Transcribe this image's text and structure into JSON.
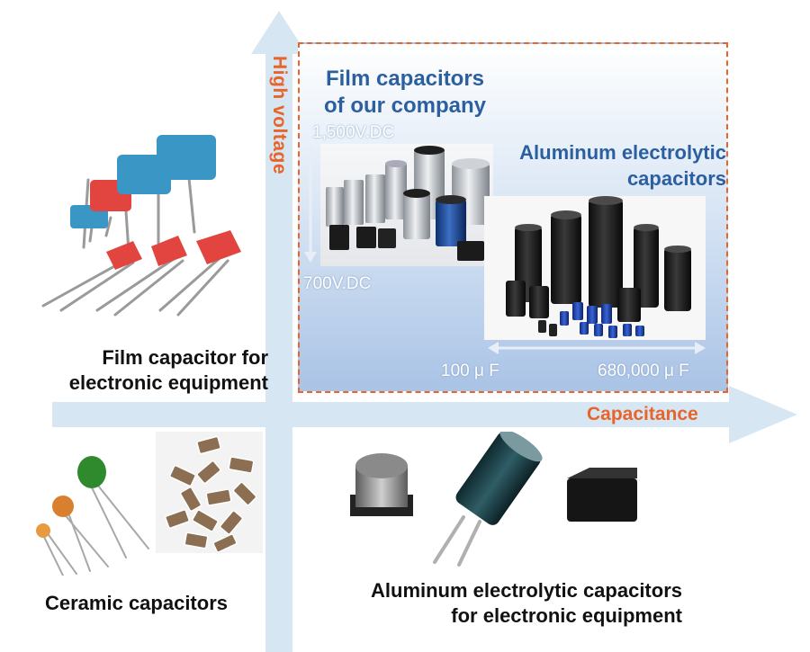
{
  "axis": {
    "y_label": "High voltage",
    "x_label": "Capacitance",
    "color_axis": "#d7e6f3",
    "color_accent": "#e8642a"
  },
  "highlight": {
    "film_title_line1": "Film capacitors",
    "film_title_line2": "of our company",
    "aluminum_title_line1": "Aluminum electrolytic",
    "aluminum_title_line2": "capacitors",
    "voltage_high": "1,500V.DC",
    "voltage_low": "700V.DC",
    "capacitance_low": "100 μ F",
    "capacitance_high": "680,000 μ F"
  },
  "quadrants": {
    "film_electronic_line1": "Film capacitor for",
    "film_electronic_line2": "electronic equipment",
    "ceramic": "Ceramic capacitors",
    "aluminum_electronic_line1": "Aluminum electrolytic capacitors",
    "aluminum_electronic_line2": "for electronic equipment"
  },
  "icons": [
    "film-capacitors-photo",
    "aluminum-capacitors-photo",
    "blue-red-film-capacitors-photo",
    "ceramic-capacitors-photo",
    "smd-aluminum-capacitors-photo"
  ]
}
